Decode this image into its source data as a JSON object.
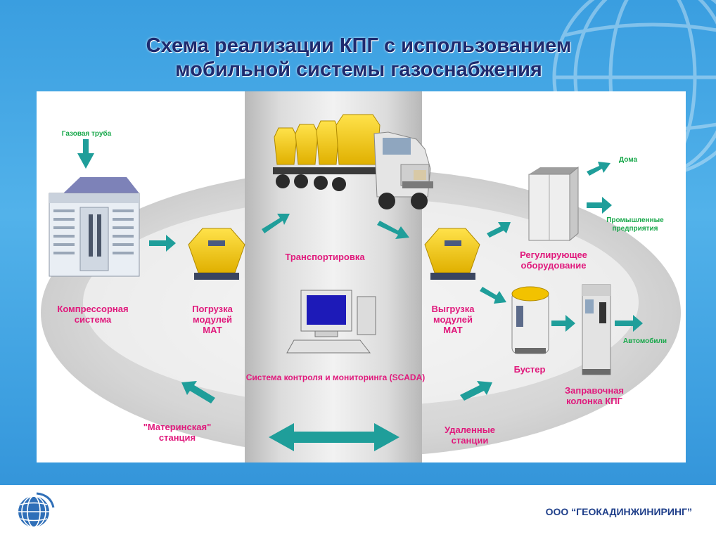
{
  "title": {
    "line1": "Схема реализации КПГ с использованием",
    "line2": "мобильной системы газоснабжения"
  },
  "diagram": {
    "gas_pipe": "Газовая труба",
    "compressor": [
      "Компрессорная",
      "система"
    ],
    "loading": [
      "Погрузка",
      "модулей",
      "МАТ"
    ],
    "transport": "Транспортировка",
    "unloading": [
      "Выгрузка",
      "модулей",
      "МАТ"
    ],
    "regulating": [
      "Регулирующее",
      "оборудование"
    ],
    "booster": "Бустер",
    "filling": [
      "Заправочная",
      "колонка КПГ"
    ],
    "scada": "Система контроля и мониторинга (SCADA)",
    "mother": [
      "\"Материнская\"",
      "станция"
    ],
    "remote": [
      "Удаленные",
      "станции"
    ],
    "homes": "Дома",
    "industry": [
      "Промышленные",
      "предприятия"
    ],
    "cars": "Автомобили"
  },
  "footer": {
    "company": "ООО “ГЕОКАДИНЖИНИРИНГ”"
  },
  "colors": {
    "title": "#1e2a6e",
    "label_pink": "#e0197c",
    "label_green": "#19a84b",
    "arrow_teal": "#1f9e9a",
    "module_yellow": "#f2c200",
    "background_blue": "#3a9ee0"
  }
}
